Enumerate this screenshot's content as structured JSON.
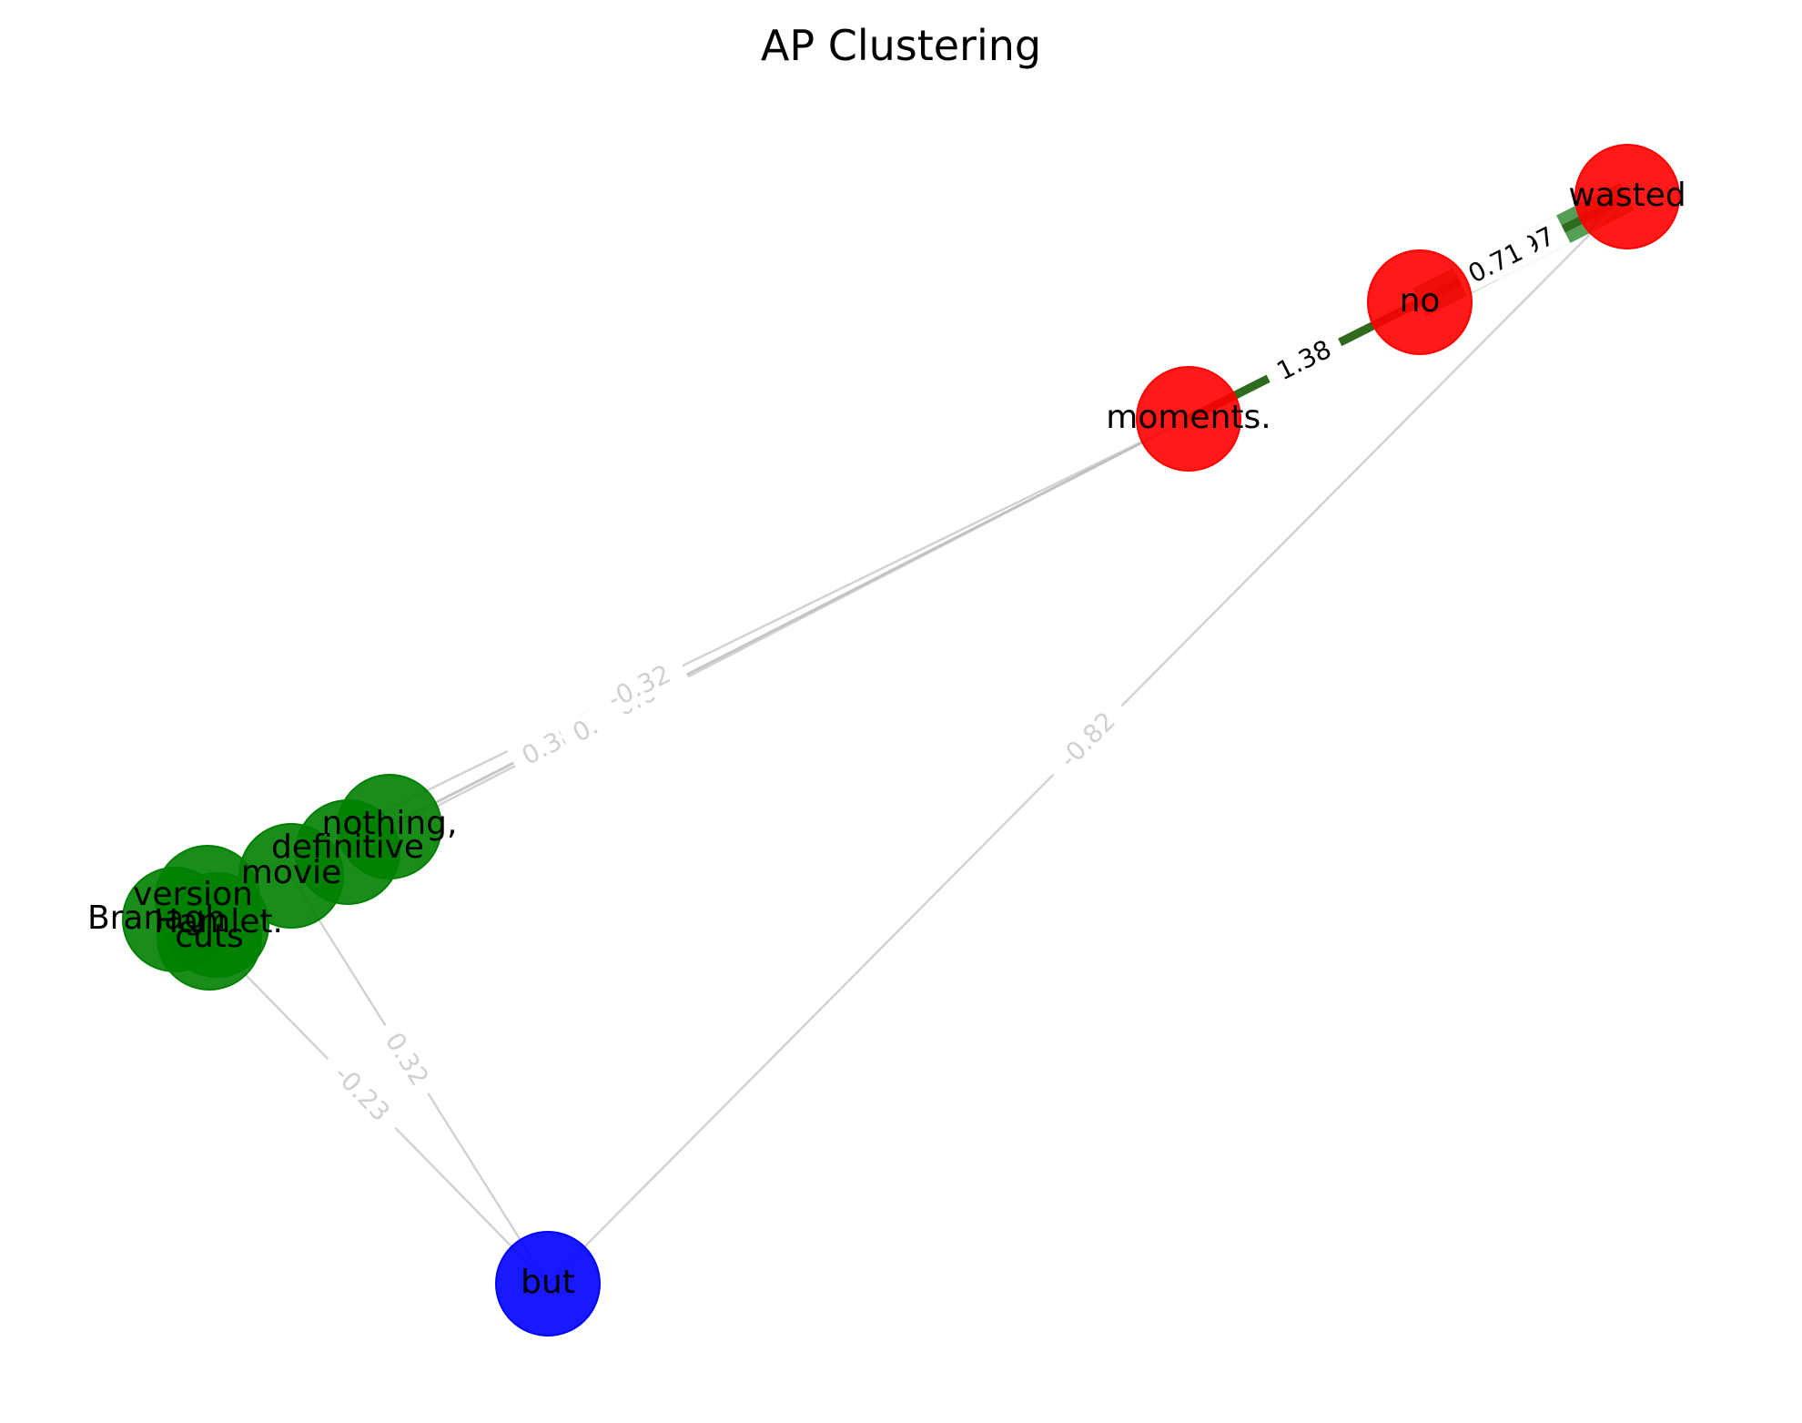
{
  "title": "AP Clustering",
  "colors": {
    "red": "#ff0000",
    "green": "#008000",
    "blue": "#0000ff",
    "edge_faint": "#d9d9d9",
    "edge_dark": "#2f6b1f"
  },
  "nodes": [
    {
      "id": "wasted",
      "label": "wasted",
      "cluster": "red"
    },
    {
      "id": "no",
      "label": "no",
      "cluster": "red"
    },
    {
      "id": "moments",
      "label": "moments.",
      "cluster": "red"
    },
    {
      "id": "nothing",
      "label": "nothing,",
      "cluster": "green"
    },
    {
      "id": "definitive",
      "label": "definitive",
      "cluster": "green"
    },
    {
      "id": "movie",
      "label": "movie",
      "cluster": "green"
    },
    {
      "id": "version",
      "label": "version",
      "cluster": "green"
    },
    {
      "id": "branagh",
      "label": "Branagh",
      "cluster": "green"
    },
    {
      "id": "hamlet",
      "label": "Hamlet.",
      "cluster": "green"
    },
    {
      "id": "cuts",
      "label": "cuts",
      "cluster": "green"
    },
    {
      "id": "but",
      "label": "but",
      "cluster": "blue"
    }
  ],
  "edges": [
    {
      "source": "no",
      "target": "wasted",
      "label": "5.97",
      "style": "strong"
    },
    {
      "source": "moments",
      "target": "no",
      "label": "1.38",
      "style": "dark"
    },
    {
      "source": "moments",
      "target": "wasted",
      "label": "0.71",
      "style": "dark-hidden"
    },
    {
      "source": "nothing",
      "target": "moments",
      "label": "0.38",
      "style": "faint"
    },
    {
      "source": "definitive",
      "target": "moments",
      "label": "0.60",
      "style": "faint"
    },
    {
      "source": "movie",
      "target": "moments",
      "label": "-0.6",
      "style": "faint"
    },
    {
      "source": "version",
      "target": "moments",
      "label": "-0.32",
      "style": "faint"
    },
    {
      "source": "but",
      "target": "wasted",
      "label": "-0.82",
      "style": "faint"
    },
    {
      "source": "but",
      "target": "movie",
      "label": "0.32",
      "style": "faint"
    },
    {
      "source": "but",
      "target": "cuts",
      "label": "-0.23",
      "style": "faint"
    }
  ]
}
